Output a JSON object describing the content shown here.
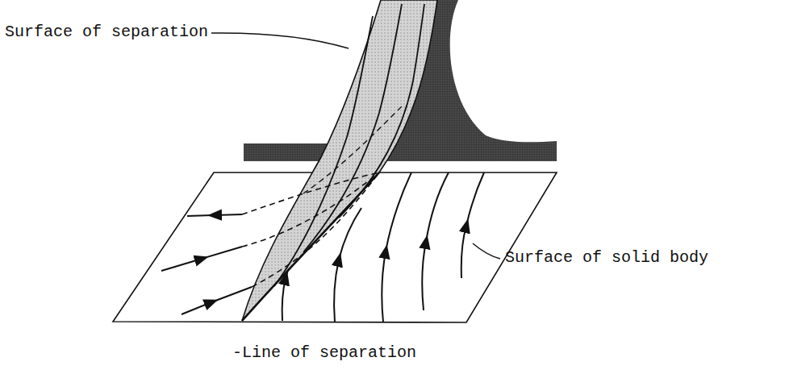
{
  "diagram": {
    "labels": [
      "Surface of separation",
      "Surface of solid body",
      "-Line of separation"
    ]
  }
}
